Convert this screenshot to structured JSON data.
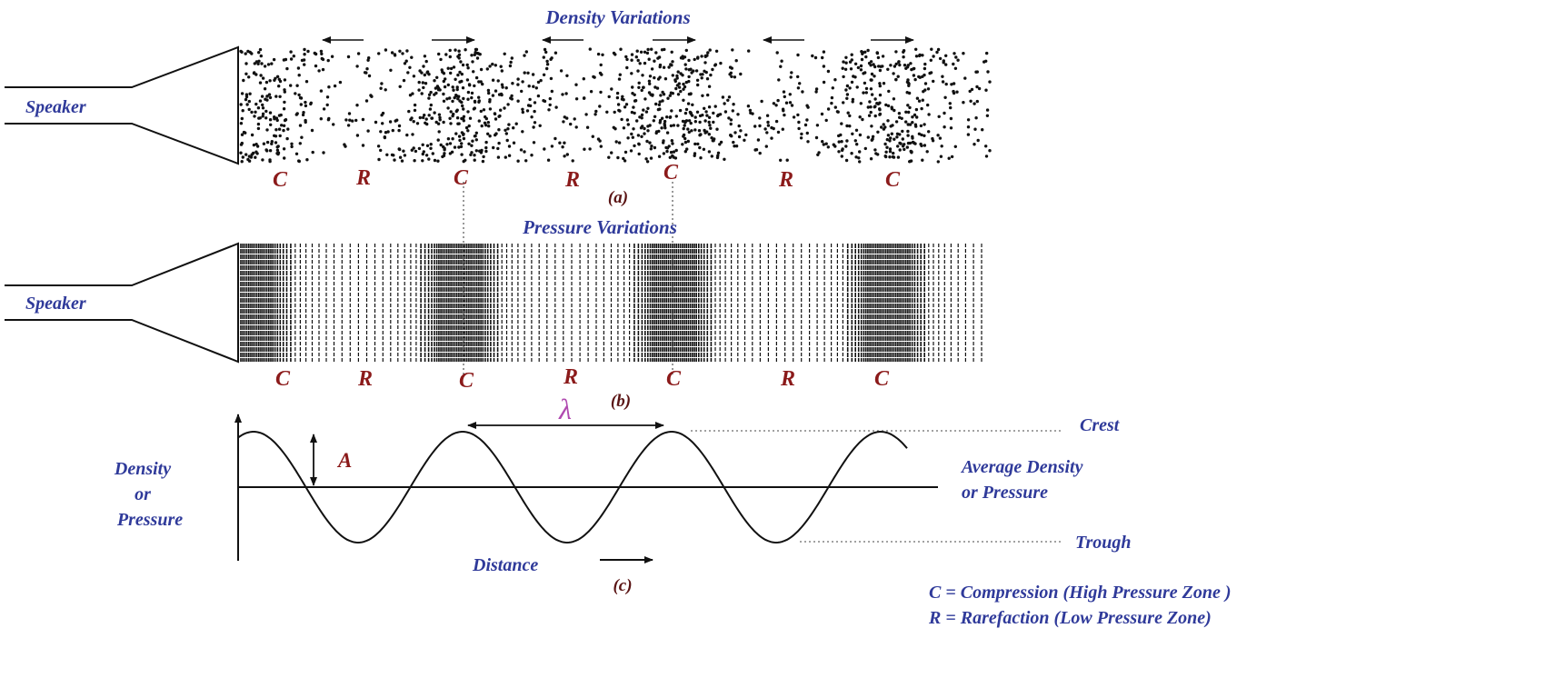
{
  "panel_a": {
    "title": "Density Variations",
    "speaker_label": "Speaker",
    "zone_labels": [
      "C",
      "R",
      "C",
      "R",
      "C",
      "R",
      "C"
    ],
    "caption": "(a)"
  },
  "panel_b": {
    "title": "Pressure Variations",
    "speaker_label": "Speaker",
    "zone_labels": [
      "C",
      "R",
      "C",
      "R",
      "C",
      "R",
      "C"
    ],
    "caption": "(b)"
  },
  "panel_c": {
    "wavelength_symbol": "λ",
    "amplitude_label": "A",
    "crest_label": "Crest",
    "trough_label": "Trough",
    "y_axis_label": [
      "Density",
      "or",
      "Pressure"
    ],
    "average_label": [
      "Average Density",
      "or Pressure"
    ],
    "x_axis_label": "Distance",
    "caption": "(c)"
  },
  "legend": {
    "compression": "C = Compression (High Pressure Zone )",
    "rarefaction": "R = Rarefaction (Low Pressure Zone)"
  },
  "colors": {
    "label_blue": "#2f3a9a",
    "label_red": "#8b1a1a",
    "lambda": "#b04ab0",
    "ink": "#111111"
  }
}
